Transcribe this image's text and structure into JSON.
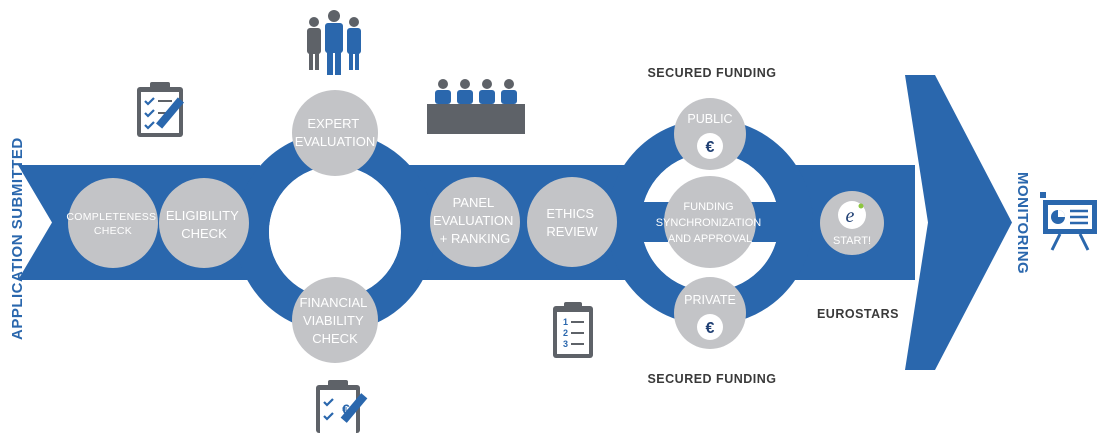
{
  "side_labels": {
    "left": "APPLICATION SUBMITTED",
    "right": "MONITORING"
  },
  "steps": {
    "completeness": [
      "COMPLETENESS",
      "CHECK"
    ],
    "eligibility": [
      "ELIGIBILITY",
      "CHECK"
    ],
    "expert": [
      "EXPERT",
      "EVALUATION"
    ],
    "financial": [
      "FINANCIAL",
      "VIABILITY",
      "CHECK"
    ],
    "panel": [
      "PANEL",
      "EVALUATION",
      "+ RANKING"
    ],
    "ethics": [
      "ETHICS",
      "REVIEW"
    ],
    "public": "PUBLIC",
    "private": "PRIVATE",
    "funding_sync": [
      "FUNDING",
      "SYNCHRONIZATION",
      "AND APPROVAL"
    ],
    "start": "START!",
    "euro_symbol": "€",
    "eurostars_mark": "e"
  },
  "labels": {
    "secured_top": "SECURED FUNDING",
    "secured_bottom": "SECURED FUNDING",
    "eurostars": "EUROSTARS"
  },
  "clipboard_numbers": [
    "1",
    "2",
    "3"
  ],
  "icons": [
    "clipboard-check-icon",
    "experts-group-icon",
    "panel-table-icon",
    "numbered-list-icon",
    "financial-check-icon",
    "presentation-board-icon"
  ],
  "colors": {
    "arrow_blue": "#2a67ad",
    "circle_grey": "#c3c4c7",
    "text_white": "#ffffff",
    "icon_dark": "#5e6268",
    "accent_green": "#8cc63f"
  }
}
